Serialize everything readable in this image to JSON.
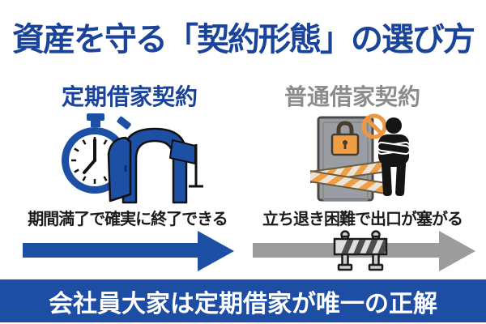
{
  "title": "資産を守る「契約形態」の選び方",
  "columns": {
    "left": {
      "header": "定期借家契約",
      "caption": "期間満了で確実に終了できる",
      "icons": [
        "stopwatch-icon",
        "open-door-icon",
        "goal-flag-icon"
      ],
      "arrow_color": "#1d50a4"
    },
    "right": {
      "header": "普通借家契約",
      "caption": "立ち退き困難で出口が塞がる",
      "icons": [
        "locked-door-icon",
        "padlock-icon",
        "caution-tape-icon",
        "no-entry-icon",
        "person-crossed-arms-icon",
        "barricade-icon"
      ],
      "arrow_color": "#9c9c9c"
    }
  },
  "banner": "会社員大家は定期借家が唯一の正解",
  "colors": {
    "title_blue": "#1a449a",
    "icon_blue": "#1d50a4",
    "banner_blue": "#1d4ea3",
    "header_gray": "#8c8c8c",
    "arrow_gray": "#9c9c9c",
    "door_gray": "#9a9ea2",
    "accent_orange": "#ef9f43",
    "text_black": "#1c1c1c"
  }
}
